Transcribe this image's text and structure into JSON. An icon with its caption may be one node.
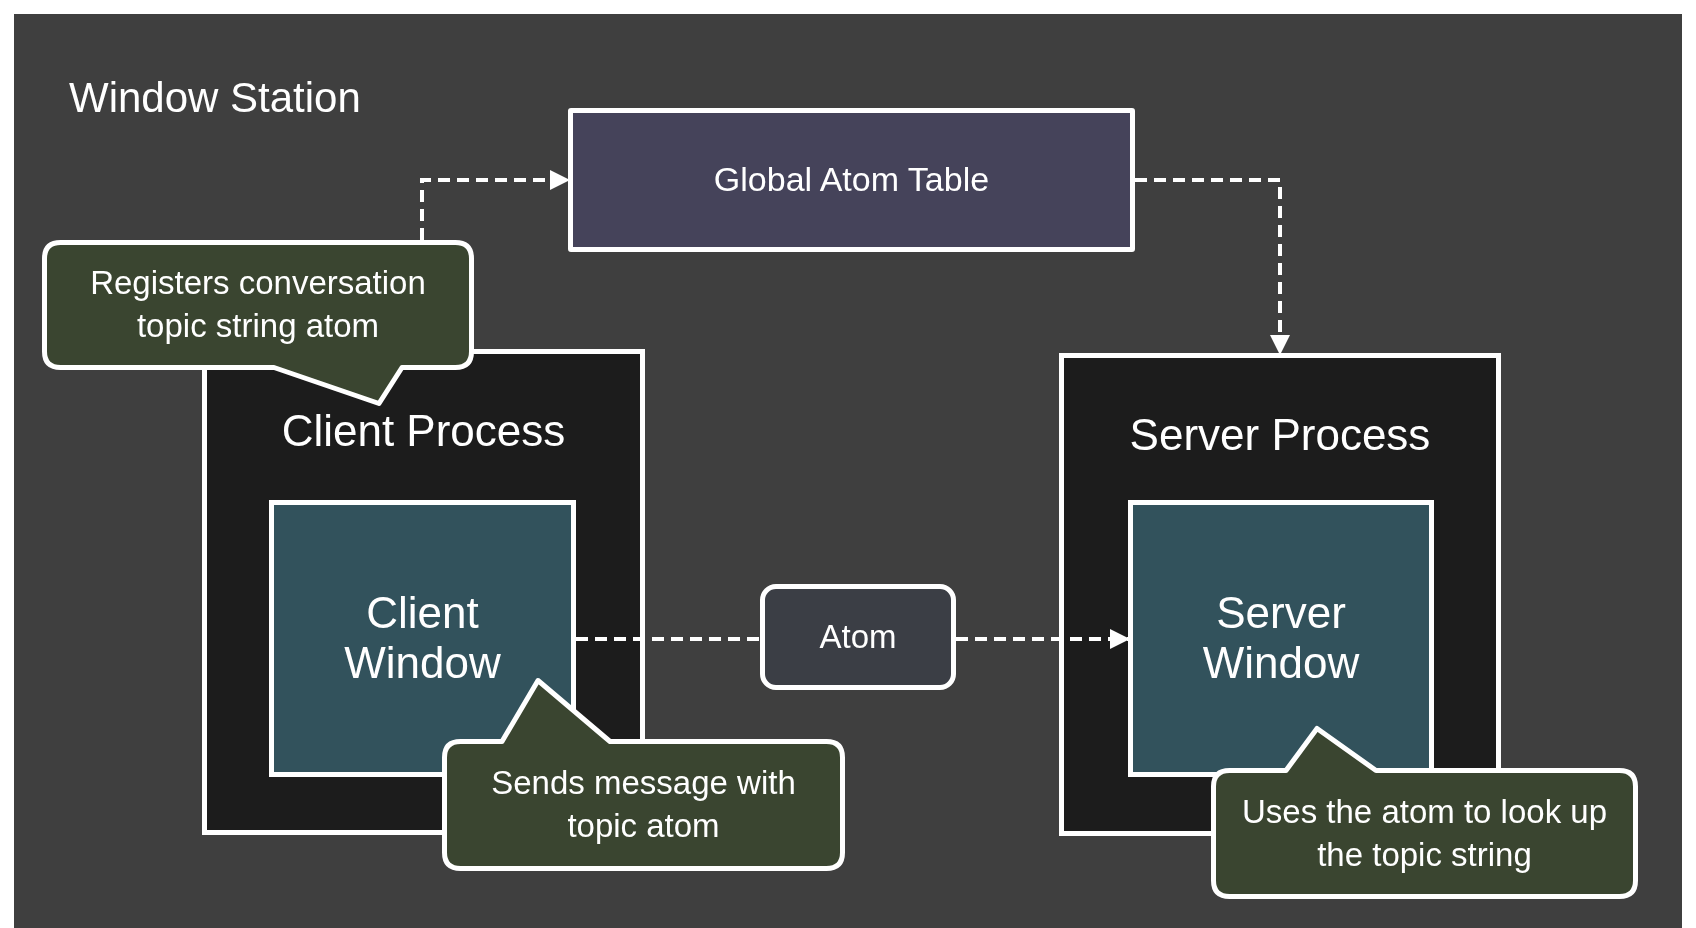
{
  "diagram": {
    "nodes": [
      {
        "text": [
          "Window Station"
        ]
      },
      {
        "text": [
          "Global Atom Table"
        ],
        "in": 0
      },
      {
        "text": [
          "Registers conversation topic string atom"
        ],
        "in": 0
      },
      {
        "text": [
          "Client Process"
        ],
        "in": 0
      },
      {
        "text": [
          "Client Window"
        ],
        "in": 3
      },
      {
        "text": [
          "Atom"
        ],
        "in": 0
      },
      {
        "text": [
          "Server Process"
        ],
        "in": 0
      },
      {
        "text": [
          "Server Window"
        ],
        "in": 6
      },
      {
        "text": [
          "Sends message with topic atom"
        ],
        "in": 0
      },
      {
        "text": [
          "Uses the atom to look up the topic string"
        ],
        "in": 0
      }
    ],
    "edges": [
      {
        "from": 2,
        "to": 1,
        "arrow": "to",
        "style": "dashed"
      },
      {
        "from": 1,
        "to": 6,
        "arrow": "to",
        "style": "dashed"
      },
      {
        "from": 4,
        "to": 5,
        "arrow": "none",
        "style": "dashed"
      },
      {
        "from": 5,
        "to": 7,
        "arrow": "to",
        "style": "dashed"
      }
    ]
  }
}
